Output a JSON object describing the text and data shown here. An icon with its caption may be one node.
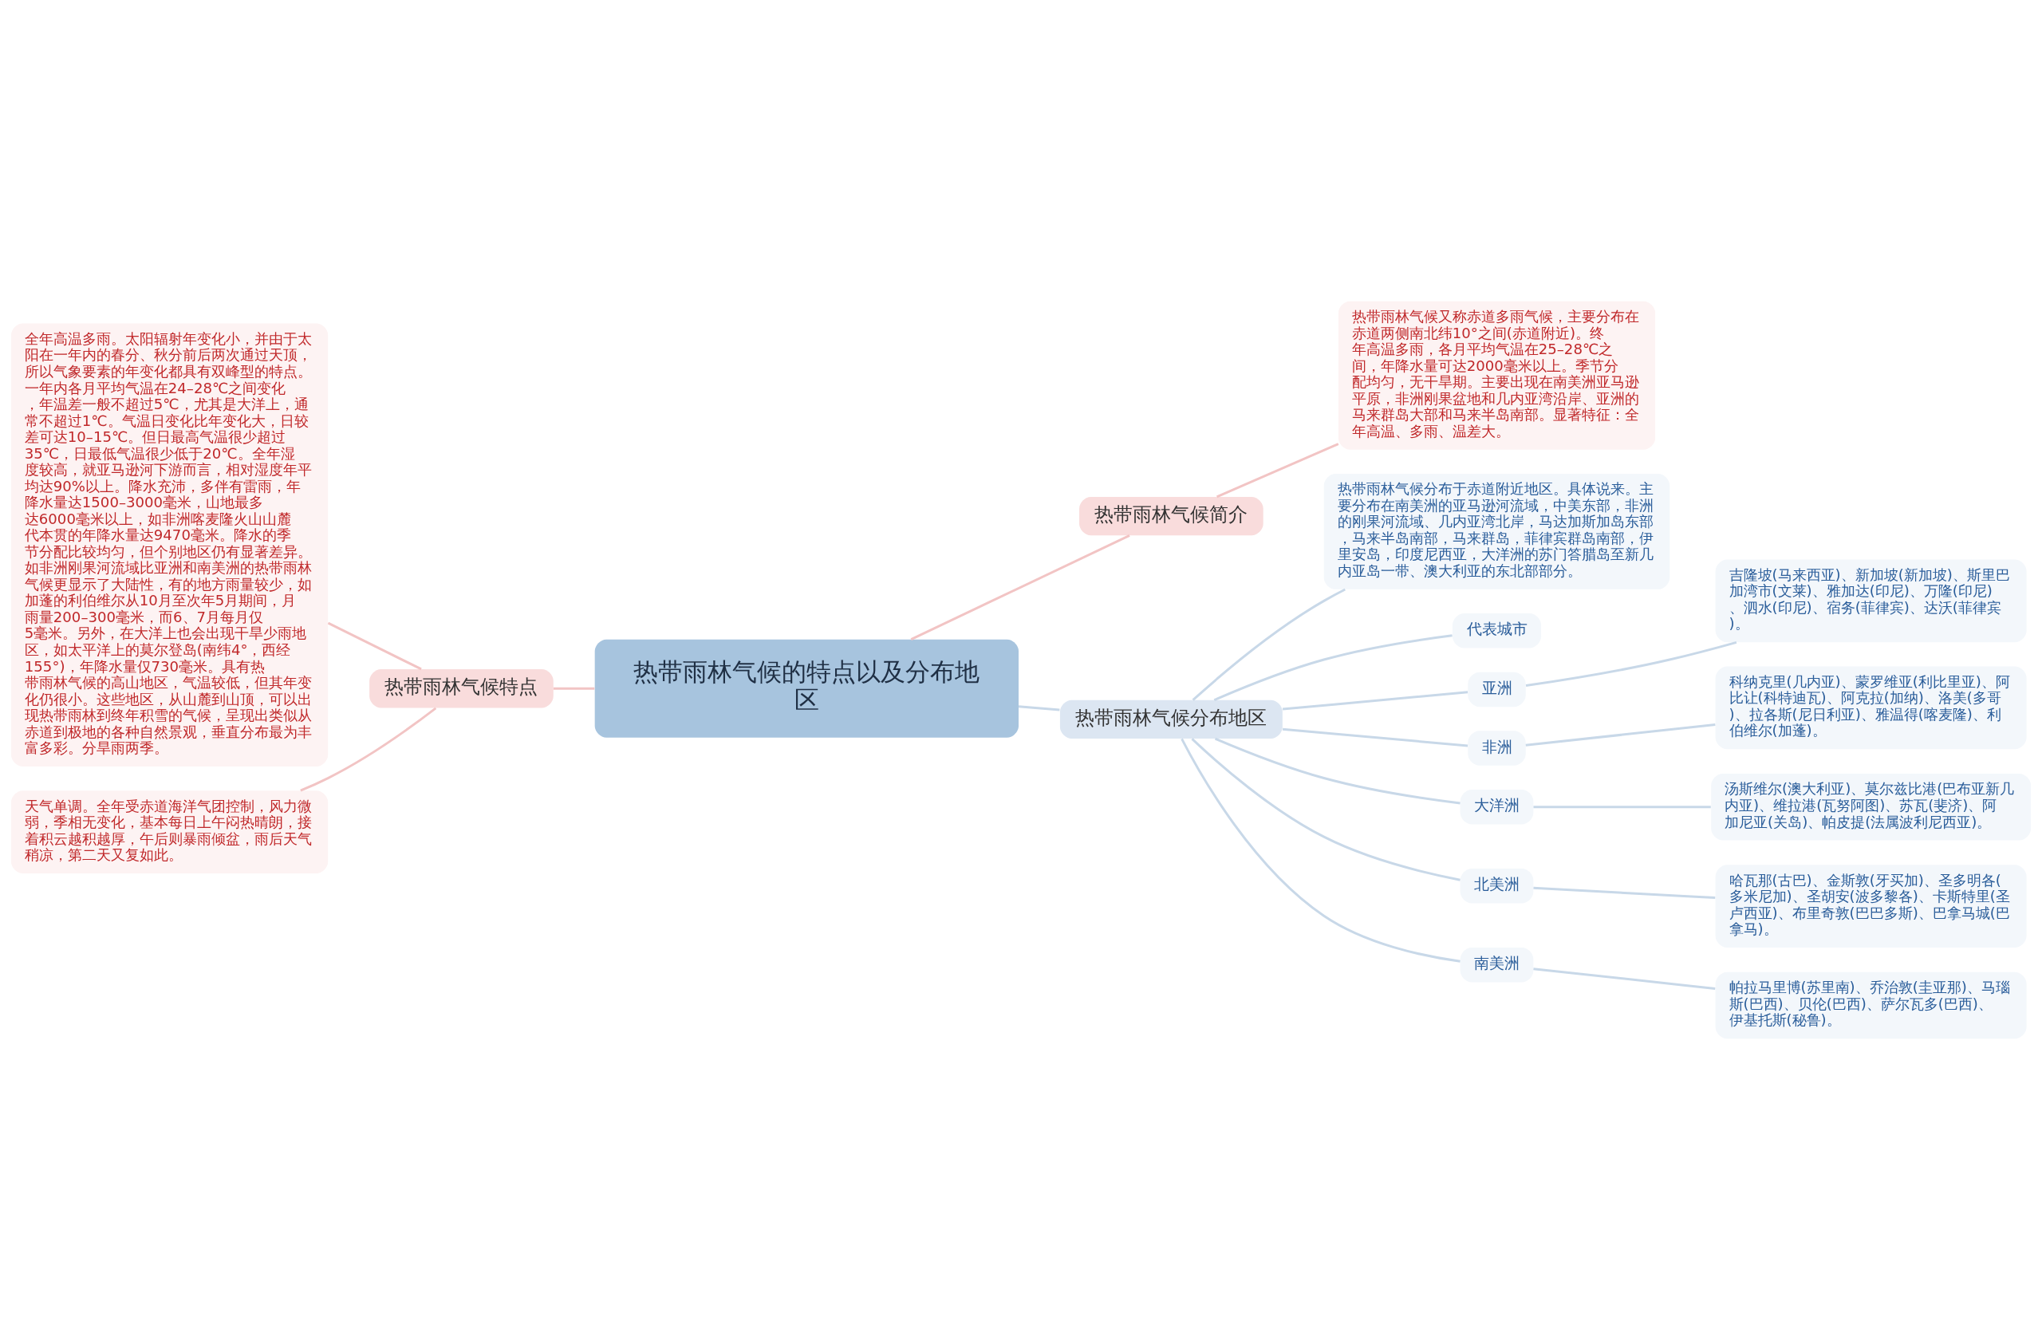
{
  "diagram": {
    "nodes": [
      {
        "text": [
          "热带雨林气候的特点以及分布地区"
        ]
      },
      {
        "text": [
          "热带雨林气候简介"
        ]
      },
      {
        "text": [
          "热带雨林气候又称赤道多雨气候，主要分布在赤道两侧南北纬10°之间(赤道附近)。终年高温多雨，各月平均气温在25–28℃之间，年降水量可达2000毫米以上。季节分配均匀，无干旱期。主要出现在南美洲亚马逊平原，非洲刚果盆地和几内亚湾沿岸、亚洲的马来群岛大部和马来半岛南部。显著特征：全年高温、多雨、温差大。"
        ]
      },
      {
        "text": [
          "热带雨林气候分布地区"
        ]
      },
      {
        "text": [
          "热带雨林气候分布于赤道附近地区。具体说来。主要分布在南美洲的亚马逊河流域，中美东部，非洲的刚果河流域、几内亚湾北岸，马达加斯加岛东部，马来半岛南部，马来群岛，菲律宾群岛南部，伊里安岛，印度尼西亚，大洋洲的苏门答腊岛至新几内亚岛一带、澳大利亚的东北部部分。"
        ]
      },
      {
        "text": [
          "代表城市"
        ]
      },
      {
        "text": [
          "亚洲"
        ]
      },
      {
        "text": [
          "吉隆坡(马来西亚)、新加坡(新加坡)、斯里巴加湾市(文莱)、雅加达(印尼)、万隆(印尼)、泗水(印尼)、宿务(菲律宾)、达沃(菲律宾)。"
        ]
      },
      {
        "text": [
          "非洲"
        ]
      },
      {
        "text": [
          "科纳克里(几内亚)、蒙罗维亚(利比里亚)、阿比让(科特迪瓦)、阿克拉(加纳)、洛美(多哥)、拉各斯(尼日利亚)、雅温得(喀麦隆)、利伯维尔(加蓬)。"
        ]
      },
      {
        "text": [
          "大洋洲"
        ]
      },
      {
        "text": [
          "汤斯维尔(澳大利亚)、莫尔兹比港(巴布亚新几内亚)、维拉港(瓦努阿图)、苏瓦(斐济)、阿加尼亚(关岛)、帕皮提(法属波利尼西亚)。"
        ]
      },
      {
        "text": [
          "北美洲"
        ]
      },
      {
        "text": [
          "哈瓦那(古巴)、金斯敦(牙买加)、圣多明各(多米尼加)、圣胡安(波多黎各)、卡斯特里(圣卢西亚)、布里奇敦(巴巴多斯)、巴拿马城(巴拿马)。"
        ]
      },
      {
        "text": [
          "南美洲"
        ]
      },
      {
        "text": [
          "帕拉马里博(苏里南)、乔治敦(圭亚那)、马瑙斯(巴西)、贝伦(巴西)、萨尔瓦多(巴西)、伊基托斯(秘鲁)。"
        ]
      },
      {
        "text": [
          "热带雨林气候特点"
        ]
      },
      {
        "text": [
          "全年高温多雨。太阳辐射年变化小，并由于太阳在一年内的春分、秋分前后两次通过天顶，所以气象要素的年变化都具有双峰型的特点。一年内各月平均气温在24–28℃之间变化，年温差一般不超过5℃，尤其是大洋上，通常不超过1℃。气温日变化比年变化大，日较差可达10–15℃。但日最高气温很少超过35℃，日最低气温很少低于20℃。全年湿度较高，就亚马逊河下游而言，相对湿度年平均达90%以上。降水充沛，多伴有雷雨，年降水量达1500–3000毫米，山地最多达6000毫米以上，如非洲喀麦隆火山山麓代本贯的年降水量达9470毫米。降水的季节分配比较均匀，但个别地区仍有显著差异。如非洲刚果河流域比亚洲和南美洲的热带雨林气候更显示了大陆性，有的地方雨量较少，如加蓬的利伯维尔从10月至次年5月期间，月雨量200–300毫米，而6、7月每月仅5毫米。另外，在大洋上也会出现干旱少雨地区，如太平洋上的莫尔登岛(南纬4°，西经155°)，年降水量仅730毫米。具有热带雨林气候的高山地区，气温较低，但其年变化仍很小。这些地区，从山麓到山顶，可以出现热带雨林到终年积雪的气候，呈现出类似从赤道到极地的各种自然景观，垂直分布最为丰富多彩。分旱雨两季。"
        ]
      },
      {
        "text": [
          "天气单调。全年受赤道海洋气团控制，风力微弱，季相无变化，基本每日上午闷热晴朗，接着积云越积越厚，午后则暴雨倾盆，雨后天气稍凉，第二天又复如此。"
        ]
      }
    ],
    "edges": [
      {
        "from": 0,
        "to": 1,
        "arrow": "none",
        "color": "#f2c4c4"
      },
      {
        "from": 1,
        "to": 2,
        "arrow": "none",
        "color": "#f2c4c4"
      },
      {
        "from": 0,
        "to": 3,
        "arrow": "none"
      },
      {
        "from": 3,
        "to": 4,
        "arrow": "none"
      },
      {
        "from": 3,
        "to": 5,
        "arrow": "none"
      },
      {
        "from": 3,
        "to": 6,
        "arrow": "none"
      },
      {
        "from": 6,
        "to": 7,
        "arrow": "none"
      },
      {
        "from": 3,
        "to": 8,
        "arrow": "none"
      },
      {
        "from": 8,
        "to": 9,
        "arrow": "none"
      },
      {
        "from": 3,
        "to": 10,
        "arrow": "none"
      },
      {
        "from": 10,
        "to": 11,
        "arrow": "none"
      },
      {
        "from": 3,
        "to": 12,
        "arrow": "none"
      },
      {
        "from": 12,
        "to": 13,
        "arrow": "none"
      },
      {
        "from": 3,
        "to": 14,
        "arrow": "none"
      },
      {
        "from": 14,
        "to": 15,
        "arrow": "none"
      },
      {
        "from": 16,
        "to": 0,
        "arrow": "none",
        "color": "#f2c4c4"
      },
      {
        "from": 17,
        "to": 16,
        "arrow": "none",
        "color": "#f2c4c4"
      },
      {
        "from": 18,
        "to": 16,
        "arrow": "none",
        "color": "#f2c4c4"
      }
    ]
  }
}
